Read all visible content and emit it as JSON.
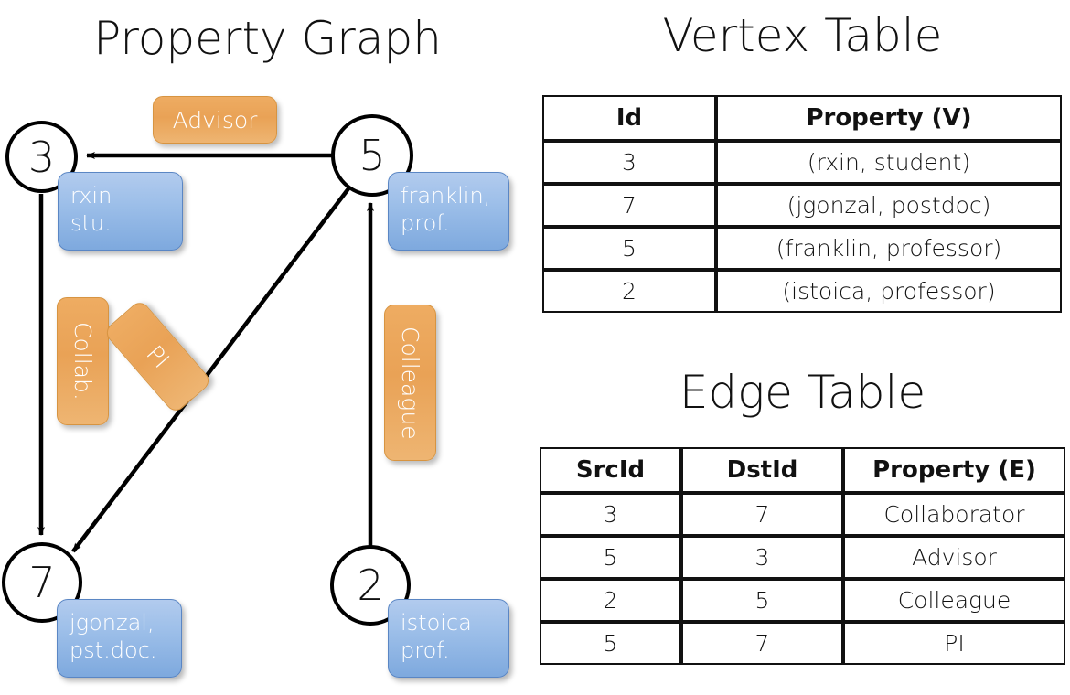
{
  "titles": {
    "property_graph": "Property Graph",
    "vertex_table": "Vertex Table",
    "edge_table": "Edge Table"
  },
  "colors": {
    "vertex_property_fill": "#d4dff0",
    "edge_property_fill": "#f7dfc4",
    "vertex_box_blue": "#9dbfe9",
    "edge_label_orange": "#e9a256",
    "stroke": "#111111"
  },
  "graph": {
    "nodes": [
      {
        "id": "3",
        "prop_line1": "rxin",
        "prop_line2": "stu."
      },
      {
        "id": "5",
        "prop_line1": "franklin,",
        "prop_line2": "prof."
      },
      {
        "id": "7",
        "prop_line1": "jgonzal,",
        "prop_line2": "pst.doc."
      },
      {
        "id": "2",
        "prop_line1": "istoica",
        "prop_line2": "prof."
      }
    ],
    "edge_labels": [
      {
        "label": "Advisor",
        "from": "5",
        "to": "3"
      },
      {
        "label": "Collab.",
        "from": "3",
        "to": "7"
      },
      {
        "label": "PI",
        "from": "5",
        "to": "7"
      },
      {
        "label": "Colleague",
        "from": "2",
        "to": "5"
      }
    ]
  },
  "vertex_table": {
    "headers": [
      "Id",
      "Property (V)"
    ],
    "rows": [
      {
        "id": "3",
        "property": "(rxin, student)"
      },
      {
        "id": "7",
        "property": "(jgonzal, postdoc)"
      },
      {
        "id": "5",
        "property": "(franklin, professor)"
      },
      {
        "id": "2",
        "property": "(istoica, professor)"
      }
    ]
  },
  "edge_table": {
    "headers": [
      "SrcId",
      "DstId",
      "Property (E)"
    ],
    "rows": [
      {
        "src": "3",
        "dst": "7",
        "property": "Collaborator"
      },
      {
        "src": "5",
        "dst": "3",
        "property": "Advisor"
      },
      {
        "src": "2",
        "dst": "5",
        "property": "Colleague"
      },
      {
        "src": "5",
        "dst": "7",
        "property": "PI"
      }
    ]
  }
}
